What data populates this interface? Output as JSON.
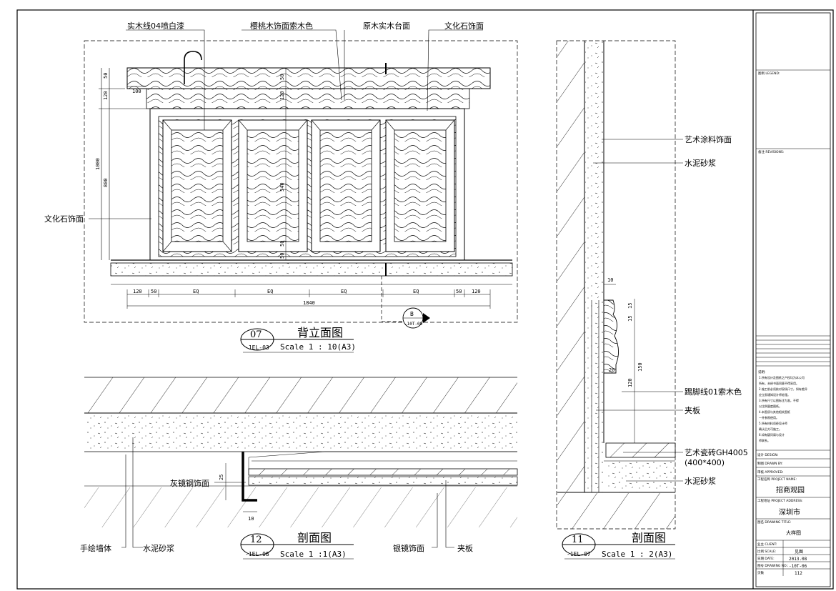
{
  "elevation_07": {
    "labels": {
      "solid_wood_line": "实木线04喷白漆",
      "cherry_veneer": "樱桃木饰面索木色",
      "wood_top": "原木实木台面",
      "culture_stone_top": "文化石饰面",
      "culture_stone_left": "文化石饰面"
    },
    "dims": {
      "d50a": "50",
      "d120": "120",
      "d100": "100",
      "d1000": "1000",
      "d800": "800",
      "c50": "50",
      "c120": "120",
      "c540": "540",
      "c50b": "50",
      "c50c": "50",
      "b120a": "120",
      "b50a": "50",
      "eq1": "EQ",
      "eq2": "EQ",
      "eq3": "EQ",
      "eq4": "EQ",
      "b50b": "50",
      "b120b": "120",
      "total": "1840"
    },
    "section_marker": {
      "letter": "B",
      "ref": "-10T-09"
    },
    "title": {
      "number": "07",
      "ref": "-1EL-03",
      "name": "背立面图",
      "scale": "Scale 1 : 10(A3)"
    }
  },
  "section_12": {
    "labels": {
      "grey_mirror": "灰镜钢饰面",
      "hand_wall": "手绘墙体",
      "cement_mortar": "水泥砂浆",
      "silver_mirror": "银镜饰面",
      "plywood": "夹板"
    },
    "dims": {
      "d25": "25",
      "d10": "10"
    },
    "title": {
      "number": "12",
      "ref": "-1EL-08",
      "name": "剖面图",
      "scale": "Scale 1 :1(A3)"
    }
  },
  "section_11": {
    "labels": {
      "art_paint": "艺术涂料饰面",
      "cement_mortar_top": "水泥砂浆",
      "skirting": "踢脚线01索木色",
      "plywood": "夹板",
      "art_tile": "艺术瓷砖GH4005",
      "art_tile_size": "(400*400)",
      "cement_mortar_bottom": "水泥砂浆"
    },
    "dims": {
      "d10": "10",
      "d15a": "15",
      "d15b": "15",
      "d150": "150",
      "d120": "120",
      "d20": "20"
    },
    "title": {
      "number": "11",
      "ref": "-1EL-07",
      "name": "剖面图",
      "scale": "Scale 1 : 2(A3)"
    }
  },
  "title_block": {
    "legend": "图例 LEGEND:",
    "revisions": "备注 REVISIONS:",
    "notes_heading": "说明:",
    "notes": [
      "1.所有设计及图纸之产权均为本公司",
      "所有，未经书面同意不得采用。",
      "2.施工前必须核对现场尺寸，如有差异",
      "应立即通知设计师处理。",
      "3.所有尺寸以图标注为准，不得",
      "以比例量度图纸。",
      "4.本图须与其他相关图纸",
      "一并参照使用。",
      "5.所有材料须经设计师",
      "确认后方可施工。",
      "6.如有疑问请与设计",
      "师联系。"
    ],
    "design": "设计 DESIGN:",
    "drawn_by": "制图 DRAWN BY:",
    "checked": "审核 APPROVED:",
    "project_name_label": "工程名称 PROJECT NAME:",
    "project_name": "招商观园",
    "project_address_label": "工程地址 PROJECT ADDRESS:",
    "project_address": "深圳市",
    "drawing_title_label": "图名 DRAWING TITLE:",
    "drawing_title": "大样图",
    "client": "业主 CLIENT:",
    "scale_label": "比例 SCALE:",
    "scale_value": "见图",
    "date_label": "日期 DATE:",
    "date_value": "2013.08",
    "drawing_no_label": "图号 DRAWING NO.:",
    "drawing_no_value": "-10T-06",
    "page_label": "页数",
    "page_value": "112"
  }
}
